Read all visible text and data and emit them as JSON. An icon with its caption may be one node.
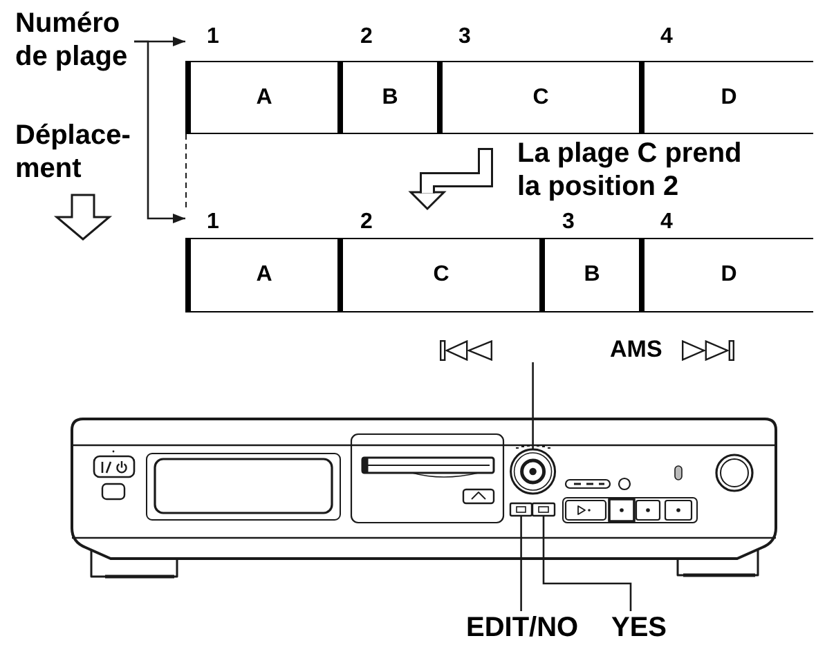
{
  "diagram": {
    "nodes": [
      {
        "text": [
          "Numéro de plage"
        ]
      },
      {
        "text": [
          "A"
        ],
        "beside": [
          "1"
        ]
      },
      {
        "text": [
          "B"
        ],
        "beside": [
          "2"
        ]
      },
      {
        "text": [
          "C"
        ],
        "beside": [
          "3"
        ]
      },
      {
        "text": [
          "D"
        ],
        "beside": [
          "4"
        ]
      },
      {
        "text": [
          "A"
        ],
        "beside": [
          "1"
        ]
      },
      {
        "text": [
          "C"
        ],
        "beside": [
          "2"
        ]
      },
      {
        "text": [
          "B"
        ],
        "beside": [
          "3"
        ]
      },
      {
        "text": [
          "D"
        ],
        "beside": [
          "4"
        ]
      },
      {
        "text": [
          "AMS"
        ]
      },
      {
        "text": [],
        "shape": "circle"
      },
      {
        "text": [],
        "shape": "box"
      },
      {
        "text": [],
        "shape": "box"
      },
      {
        "text": [
          "EDIT/NO"
        ]
      },
      {
        "text": [
          "YES"
        ]
      }
    ],
    "edges": [
      {
        "from": 0,
        "to": 1,
        "arrow": "to"
      },
      {
        "from": 0,
        "to": 5,
        "arrow": "to"
      },
      {
        "from": 3,
        "to": 6,
        "arrow": "to",
        "label": "La plage C prend la position 2",
        "style": "thick"
      },
      {
        "from": 9,
        "to": 10,
        "arrow": "none"
      },
      {
        "from": 13,
        "to": 11,
        "arrow": "none"
      },
      {
        "from": 14,
        "to": 12,
        "arrow": "none"
      },
      {
        "from": 1,
        "to": 5,
        "arrow": "none",
        "style": "dashed"
      }
    ],
    "labels": [
      "Déplace- ment"
    ]
  }
}
